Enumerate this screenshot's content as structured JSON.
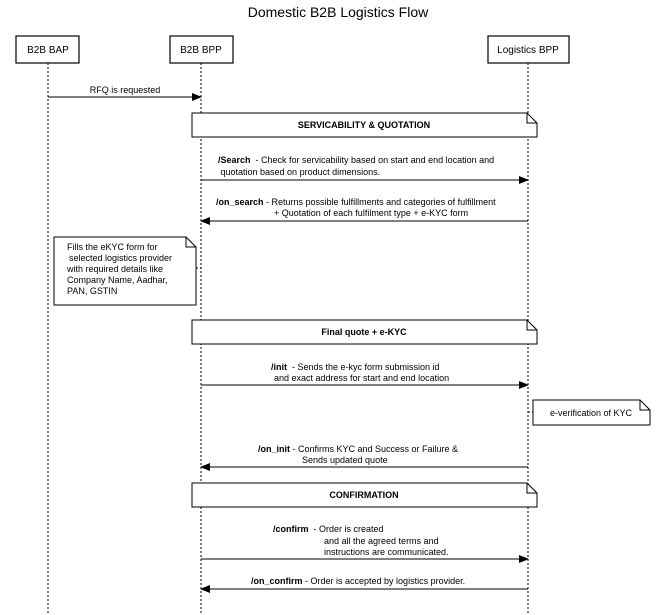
{
  "title": "Domestic B2B Logistics Flow",
  "participants": [
    {
      "id": "bap",
      "label": "B2B BAP"
    },
    {
      "id": "bpp",
      "label": "B2B BPP"
    },
    {
      "id": "lbpp",
      "label": "Logistics BPP"
    }
  ],
  "messages": [
    {
      "from": "bap",
      "to": "bpp",
      "endpoint": "",
      "text": [
        "RFQ is requested"
      ]
    },
    {
      "from": "bpp",
      "to": "lbpp",
      "endpoint": "/Search",
      "text": [
        "  - Check for servicability based on start and end location and",
        " quotation based on product dimensions."
      ]
    },
    {
      "from": "lbpp",
      "to": "bpp",
      "endpoint": "/on_search",
      "text": [
        " - Returns possible fulfillments and categories of fulfillment",
        "+ Quotation of each fulfilment type + e-KYC form"
      ]
    },
    {
      "from": "bpp",
      "to": "lbpp",
      "endpoint": "/init",
      "text": [
        "  - Sends the e-kyc form submission id",
        "and exact address for start and end location"
      ]
    },
    {
      "from": "lbpp",
      "to": "bpp",
      "endpoint": "/on_init",
      "text": [
        " - Confirms KYC and Success or Failure &",
        "Sends updated quote"
      ]
    },
    {
      "from": "bpp",
      "to": "lbpp",
      "endpoint": "/confirm",
      "text": [
        "  - Order is created",
        "and all the agreed terms and",
        "instructions are communicated."
      ]
    },
    {
      "from": "lbpp",
      "to": "bpp",
      "endpoint": "/on_confirm",
      "text": [
        " - Order is accepted by logistics provider."
      ]
    }
  ],
  "sections": [
    {
      "label": "SERVICABILITY & QUOTATION"
    },
    {
      "label": "Final quote + e-KYC"
    },
    {
      "label": "CONFIRMATION"
    }
  ],
  "notes": [
    {
      "text": [
        "Fills the eKYC form for",
        "selected logistics provider",
        "with required details like",
        "Company Name, Aadhar,",
        "PAN, GSTIN"
      ]
    },
    {
      "text": [
        "e-verification of KYC"
      ]
    }
  ]
}
